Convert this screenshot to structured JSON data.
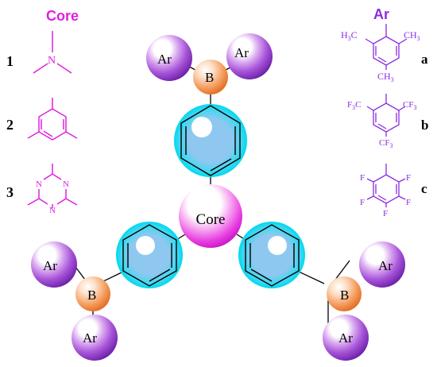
{
  "headers": {
    "core": "Core",
    "ar": "Ar"
  },
  "core_label": "Core",
  "boron_label": "B",
  "ar_label": "Ar",
  "core_numbers": [
    "1",
    "2",
    "3"
  ],
  "ar_letters": [
    "a",
    "b",
    "c"
  ],
  "atoms": {
    "nitrogen": "N",
    "fluorine": "F",
    "methyl_left": "H",
    "methyl_left_sub": "3",
    "methyl_left_c": "C",
    "methyl_right": "CH",
    "methyl_right_sub": "3",
    "cf3_left": "F",
    "cf3_left_sub": "3",
    "cf3_left_c": "C",
    "cf3_right": "CF",
    "cf3_right_sub": "3"
  },
  "colors": {
    "magenta": "#e020e0",
    "purple": "#8a2be2",
    "orange": "#f08040",
    "cyan": "#00e0f0",
    "light_blue": "#8ec8f0"
  }
}
